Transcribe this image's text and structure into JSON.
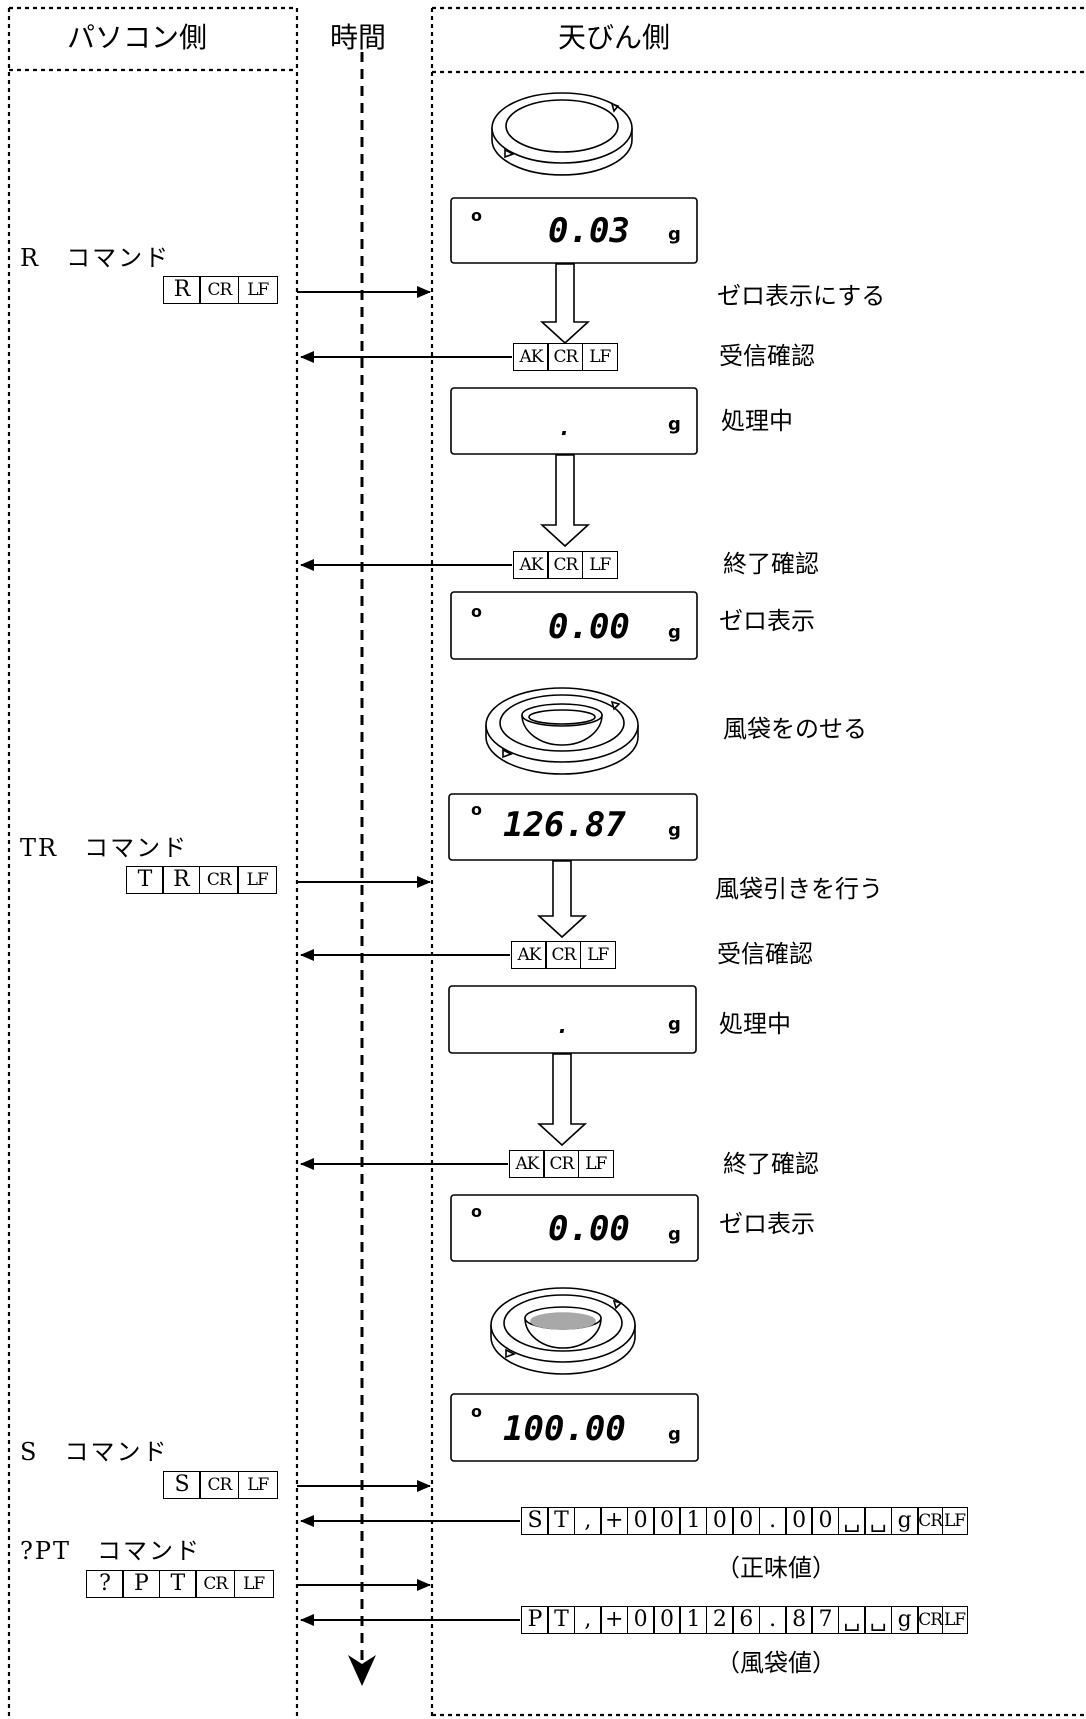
{
  "headers": {
    "pc_side": "パソコン側",
    "time": "時間",
    "balance_side": "天びん側"
  },
  "commands": [
    {
      "label": "R　コマンド",
      "chars": [
        "R",
        "CR",
        "LF"
      ]
    },
    {
      "label": "TR　コマンド",
      "chars": [
        "T",
        "R",
        "CR",
        "LF"
      ]
    },
    {
      "label": "S　コマンド",
      "chars": [
        "S",
        "CR",
        "LF"
      ]
    },
    {
      "label": "?PT　コマンド",
      "chars": [
        "?",
        "P",
        "T",
        "CR",
        "LF"
      ]
    }
  ],
  "ack": [
    "AK",
    "CR",
    "LF"
  ],
  "displays": [
    {
      "value": "0.03",
      "unit": "g",
      "stable": true
    },
    {
      "value": ".",
      "unit": "g",
      "stable": false
    },
    {
      "value": "0.00",
      "unit": "g",
      "stable": true
    },
    {
      "value": "126.87",
      "unit": "g",
      "stable": true
    },
    {
      "value": ".",
      "unit": "g",
      "stable": false
    },
    {
      "value": "0.00",
      "unit": "g",
      "stable": true
    },
    {
      "value": "100.00",
      "unit": "g",
      "stable": true
    }
  ],
  "labels": {
    "zero_do": "ゼロ表示にする",
    "ack_1": "受信確認",
    "processing_1": "処理中",
    "done_1": "終了確認",
    "zero_1": "ゼロ表示",
    "place_container": "風袋をのせる",
    "tare_do": "風袋引きを行う",
    "ack_2": "受信確認",
    "processing_2": "処理中",
    "done_2": "終了確認",
    "zero_2": "ゼロ表示",
    "net_value": "（正味値）",
    "tare_value": "（風袋値）"
  },
  "responses": [
    {
      "chars": [
        "S",
        "T",
        ",",
        "+",
        "0",
        "0",
        "1",
        "0",
        "0",
        ".",
        "0",
        "0",
        "␣",
        "␣",
        "g",
        "CR",
        "LF"
      ]
    },
    {
      "chars": [
        "P",
        "T",
        ",",
        "+",
        "0",
        "0",
        "1",
        "2",
        "6",
        ".",
        "8",
        "7",
        "␣",
        "␣",
        "g",
        "CR",
        "LF"
      ]
    }
  ]
}
